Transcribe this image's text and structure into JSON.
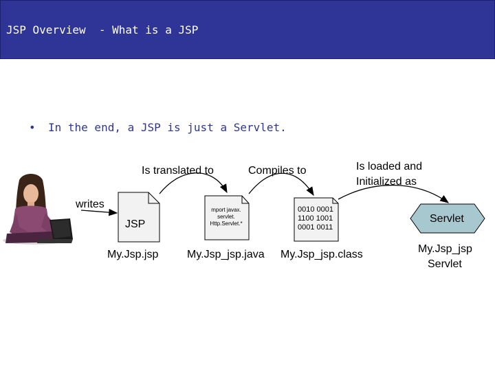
{
  "title": "JSP Overview  - What is a JSP",
  "bullet": {
    "marker": "•",
    "text": "In the end, a JSP is just a Servlet."
  },
  "arrows": {
    "translated": "Is translated to",
    "compiles": "Compiles to",
    "loaded_line1": "Is loaded and",
    "loaded_line2": "Initialized as",
    "writes": "writes"
  },
  "docs": {
    "jsp": {
      "content": "JSP",
      "caption": "My.Jsp.jsp"
    },
    "java": {
      "content_lines": [
        "mport javax.",
        "servlet.",
        "Http.Servlet.*"
      ],
      "caption": "My.Jsp_jsp.java"
    },
    "class": {
      "content_lines": [
        "0010 0001",
        "1100 1001",
        "0001 0011"
      ],
      "caption": "My.Jsp_jsp.class"
    },
    "servlet": {
      "content": "Servlet",
      "caption_line1": "My.Jsp_jsp",
      "caption_line2": "Servlet"
    }
  },
  "colors": {
    "title_bar": "#2e3596",
    "bullet_text": "#2e3596",
    "doc_fill": "#f2f2f2",
    "servlet_fill": "#a8c8cf"
  },
  "icons": {
    "person": "woman-with-laptop-icon"
  }
}
